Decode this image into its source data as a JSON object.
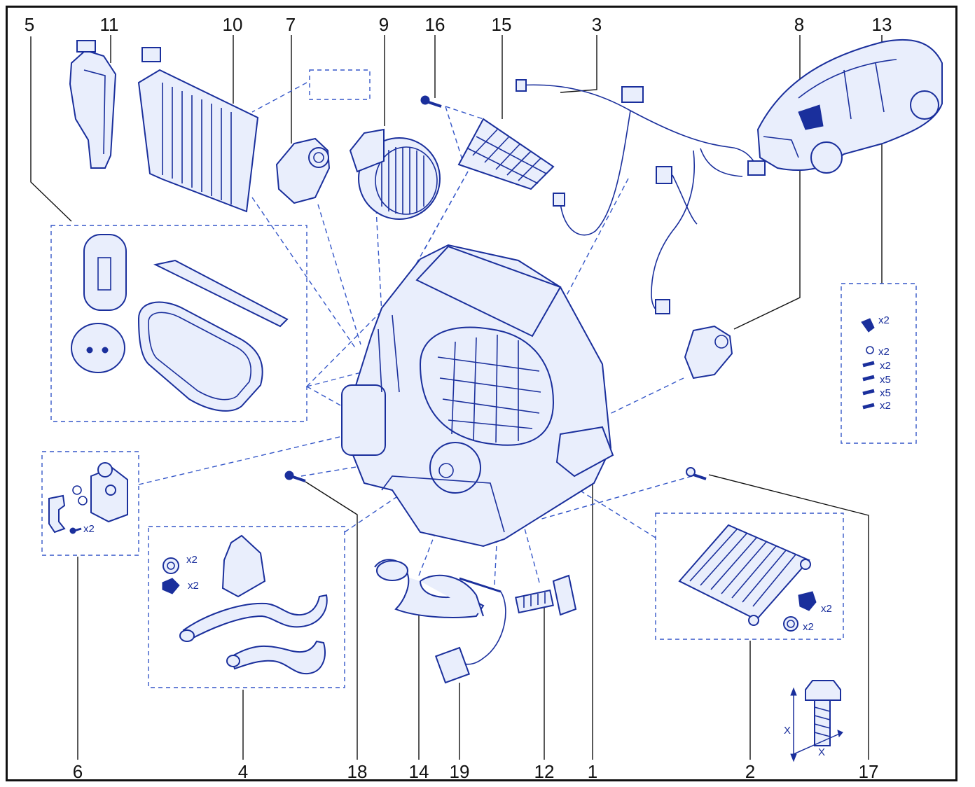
{
  "callouts": {
    "c1": "1",
    "c2": "2",
    "c3": "3",
    "c4": "4",
    "c5": "5",
    "c6": "6",
    "c7": "7",
    "c8": "8",
    "c9": "9",
    "c10": "10",
    "c11": "11",
    "c12": "12",
    "c13": "13",
    "c14": "14",
    "c15": "15",
    "c16": "16",
    "c17": "17",
    "c18": "18",
    "c19": "19"
  },
  "quantities": {
    "kit6_screw": "x2",
    "kit4_oring": "x2",
    "kit4_clip": "x2",
    "kit2_clip": "x2",
    "kit2_oring": "x2",
    "kit13_a": "x2",
    "kit13_b": "x2",
    "kit13_c": "x2",
    "kit13_d": "x5",
    "kit13_e": "x5",
    "kit13_f": "x2"
  },
  "dimension_labels": {
    "height": "X",
    "width": "X"
  },
  "colors": {
    "line_art": "#1a2f9c",
    "dash": "#3557c8",
    "frame": "#111111"
  }
}
